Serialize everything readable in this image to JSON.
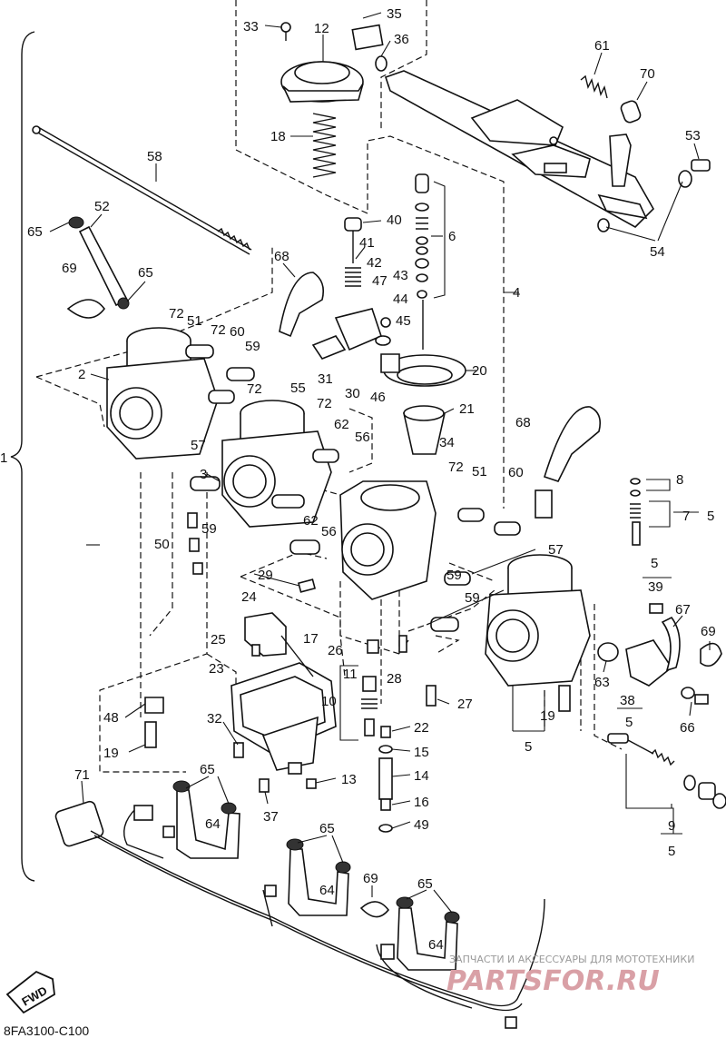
{
  "diagram": {
    "drawing_code": "8FA3100-C100",
    "fwd_label": "FWD",
    "watermark_subtitle": "ЗАПЧАСТИ И АКСЕССУАРЫ ДЛЯ МОТОТЕХНИКИ",
    "watermark_brand": "PARTSFOR.RU",
    "bracket_label": "1",
    "callouts": [
      {
        "id": "c33",
        "text": "33"
      },
      {
        "id": "c12",
        "text": "12"
      },
      {
        "id": "c35",
        "text": "35"
      },
      {
        "id": "c36",
        "text": "36"
      },
      {
        "id": "c18",
        "text": "18"
      },
      {
        "id": "c58",
        "text": "58"
      },
      {
        "id": "c61",
        "text": "61"
      },
      {
        "id": "c70",
        "text": "70"
      },
      {
        "id": "c53",
        "text": "53"
      },
      {
        "id": "c54",
        "text": "54"
      },
      {
        "id": "c52",
        "text": "52"
      },
      {
        "id": "c65a",
        "text": "65"
      },
      {
        "id": "c69a",
        "text": "69"
      },
      {
        "id": "c65b",
        "text": "65"
      },
      {
        "id": "c68a",
        "text": "68"
      },
      {
        "id": "c40",
        "text": "40"
      },
      {
        "id": "c6",
        "text": "6"
      },
      {
        "id": "c41",
        "text": "41"
      },
      {
        "id": "c42",
        "text": "42"
      },
      {
        "id": "c43",
        "text": "43"
      },
      {
        "id": "c47",
        "text": "47"
      },
      {
        "id": "c44",
        "text": "44"
      },
      {
        "id": "c45",
        "text": "45"
      },
      {
        "id": "c4",
        "text": "4"
      },
      {
        "id": "c72a",
        "text": "72"
      },
      {
        "id": "c51a",
        "text": "51"
      },
      {
        "id": "c72b",
        "text": "72"
      },
      {
        "id": "c60a",
        "text": "60"
      },
      {
        "id": "c59a",
        "text": "59"
      },
      {
        "id": "c2",
        "text": "2"
      },
      {
        "id": "c31",
        "text": "31"
      },
      {
        "id": "c30",
        "text": "30"
      },
      {
        "id": "c46",
        "text": "46"
      },
      {
        "id": "c20",
        "text": "20"
      },
      {
        "id": "c72c",
        "text": "72"
      },
      {
        "id": "c55",
        "text": "55"
      },
      {
        "id": "c72d",
        "text": "72"
      },
      {
        "id": "c21",
        "text": "21"
      },
      {
        "id": "c62a",
        "text": "62"
      },
      {
        "id": "c56a",
        "text": "56"
      },
      {
        "id": "c57a",
        "text": "57"
      },
      {
        "id": "c3",
        "text": "3"
      },
      {
        "id": "c34",
        "text": "34"
      },
      {
        "id": "c68b",
        "text": "68"
      },
      {
        "id": "c72e",
        "text": "72"
      },
      {
        "id": "c51b",
        "text": "51"
      },
      {
        "id": "c60b",
        "text": "60"
      },
      {
        "id": "c8",
        "text": "8"
      },
      {
        "id": "c7",
        "text": "7"
      },
      {
        "id": "c5a",
        "text": "5"
      },
      {
        "id": "c59b",
        "text": "59"
      },
      {
        "id": "c62b",
        "text": "62"
      },
      {
        "id": "c56b",
        "text": "56"
      },
      {
        "id": "c50",
        "text": "50"
      },
      {
        "id": "c57b",
        "text": "57"
      },
      {
        "id": "c5b",
        "text": "5"
      },
      {
        "id": "c39",
        "text": "39"
      },
      {
        "id": "c59c",
        "text": "59"
      },
      {
        "id": "c29",
        "text": "29"
      },
      {
        "id": "c24",
        "text": "24"
      },
      {
        "id": "c59d",
        "text": "59"
      },
      {
        "id": "c67",
        "text": "67"
      },
      {
        "id": "c69b",
        "text": "69"
      },
      {
        "id": "c25",
        "text": "25"
      },
      {
        "id": "c17",
        "text": "17"
      },
      {
        "id": "c26",
        "text": "26"
      },
      {
        "id": "c28",
        "text": "28"
      },
      {
        "id": "c63",
        "text": "63"
      },
      {
        "id": "c38",
        "text": "38"
      },
      {
        "id": "c23",
        "text": "23"
      },
      {
        "id": "c11",
        "text": "11"
      },
      {
        "id": "c5c",
        "text": "5"
      },
      {
        "id": "c27",
        "text": "27"
      },
      {
        "id": "c48",
        "text": "48"
      },
      {
        "id": "c10",
        "text": "10"
      },
      {
        "id": "c66",
        "text": "66"
      },
      {
        "id": "c32",
        "text": "32"
      },
      {
        "id": "c19a",
        "text": "19"
      },
      {
        "id": "c22",
        "text": "22"
      },
      {
        "id": "c19b",
        "text": "19"
      },
      {
        "id": "c15",
        "text": "15"
      },
      {
        "id": "c5d",
        "text": "5"
      },
      {
        "id": "c71",
        "text": "71"
      },
      {
        "id": "c65c",
        "text": "65"
      },
      {
        "id": "c14",
        "text": "14"
      },
      {
        "id": "c13",
        "text": "13"
      },
      {
        "id": "c37",
        "text": "37"
      },
      {
        "id": "c16",
        "text": "16"
      },
      {
        "id": "c64a",
        "text": "64"
      },
      {
        "id": "c49",
        "text": "49"
      },
      {
        "id": "c65d",
        "text": "65"
      },
      {
        "id": "c9",
        "text": "9"
      },
      {
        "id": "c5e",
        "text": "5"
      },
      {
        "id": "c64b",
        "text": "64"
      },
      {
        "id": "c69c",
        "text": "69"
      },
      {
        "id": "c65e",
        "text": "65"
      },
      {
        "id": "c64c",
        "text": "64"
      }
    ]
  }
}
